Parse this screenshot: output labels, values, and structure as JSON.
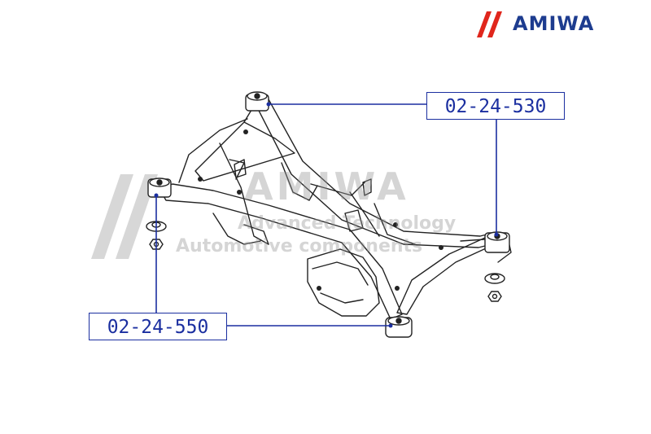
{
  "brand": {
    "name": "AMIWA",
    "color": "#1d3c8f",
    "slash_color": "#e0261c"
  },
  "watermark": {
    "brand": "AMIWA",
    "line1": "Advanced Technology",
    "line2": "Automotive components"
  },
  "callouts": [
    {
      "part_number": "02-24-530"
    },
    {
      "part_number": "02-24-550"
    }
  ],
  "colors": {
    "callout": "#1b2fa0",
    "line_art": "#222222"
  }
}
